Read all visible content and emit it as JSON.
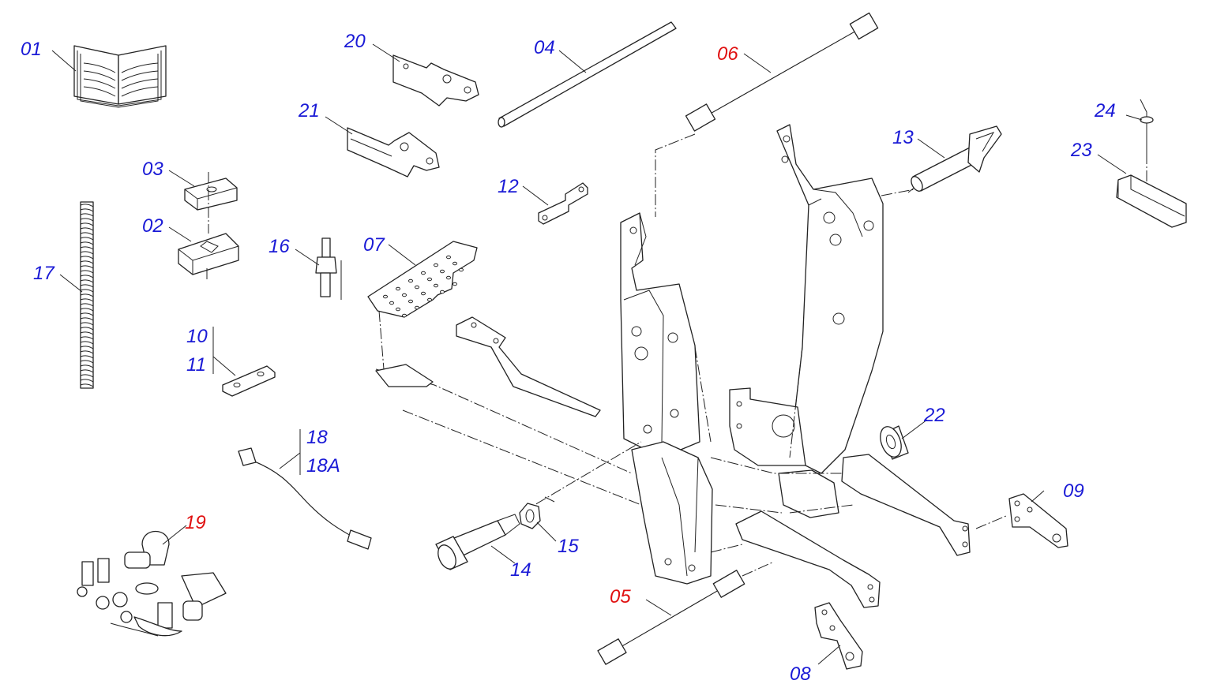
{
  "colors": {
    "standard": "#1a1ad6",
    "highlight": "#e01010",
    "line": "#222222"
  },
  "labels": [
    {
      "id": "01",
      "text": "01",
      "color": "standard"
    },
    {
      "id": "02",
      "text": "02",
      "color": "standard"
    },
    {
      "id": "03",
      "text": "03",
      "color": "standard"
    },
    {
      "id": "04",
      "text": "04",
      "color": "standard"
    },
    {
      "id": "05",
      "text": "05",
      "color": "highlight"
    },
    {
      "id": "06",
      "text": "06",
      "color": "highlight"
    },
    {
      "id": "07",
      "text": "07",
      "color": "standard"
    },
    {
      "id": "08",
      "text": "08",
      "color": "standard"
    },
    {
      "id": "09",
      "text": "09",
      "color": "standard"
    },
    {
      "id": "10",
      "text": "10",
      "color": "standard"
    },
    {
      "id": "11",
      "text": "11",
      "color": "standard"
    },
    {
      "id": "12",
      "text": "12",
      "color": "standard"
    },
    {
      "id": "13",
      "text": "13",
      "color": "standard"
    },
    {
      "id": "14",
      "text": "14",
      "color": "standard"
    },
    {
      "id": "15",
      "text": "15",
      "color": "standard"
    },
    {
      "id": "16",
      "text": "16",
      "color": "standard"
    },
    {
      "id": "17",
      "text": "17",
      "color": "standard"
    },
    {
      "id": "18",
      "text": "18",
      "color": "standard"
    },
    {
      "id": "18A",
      "text": "18A",
      "color": "standard"
    },
    {
      "id": "19",
      "text": "19",
      "color": "highlight"
    },
    {
      "id": "20",
      "text": "20",
      "color": "standard"
    },
    {
      "id": "21",
      "text": "21",
      "color": "standard"
    },
    {
      "id": "22",
      "text": "22",
      "color": "standard"
    },
    {
      "id": "23",
      "text": "23",
      "color": "standard"
    },
    {
      "id": "24",
      "text": "24",
      "color": "standard"
    }
  ]
}
